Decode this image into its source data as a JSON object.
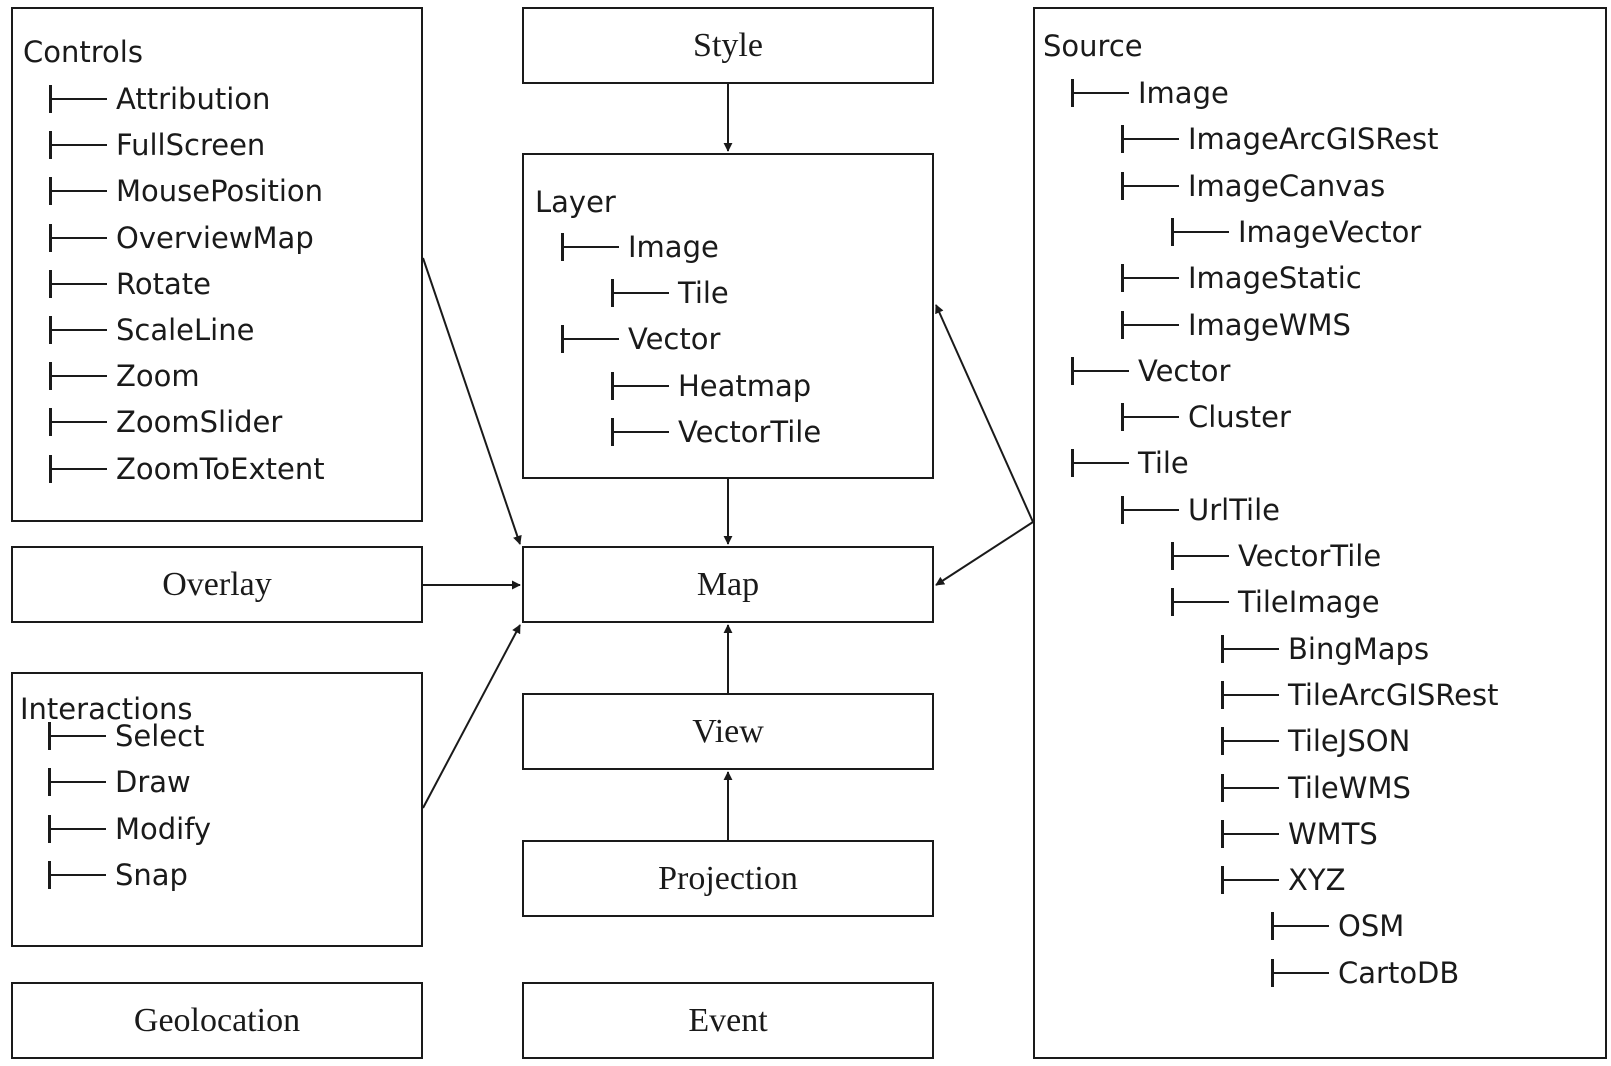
{
  "controls": {
    "title": "Controls",
    "items": [
      "Attribution",
      "FullScreen",
      "MousePosition",
      "OverviewMap",
      "Rotate",
      "ScaleLine",
      "Zoom",
      "ZoomSlider",
      "ZoomToExtent"
    ]
  },
  "overlay": "Overlay",
  "interactions": {
    "title": "Interactions",
    "items": [
      "Select",
      "Draw",
      "Modify",
      "Snap"
    ]
  },
  "geolocation": "Geolocation",
  "style": "Style",
  "layer": {
    "title": "Layer",
    "items": [
      {
        "label": "Image",
        "level": 0
      },
      {
        "label": "Tile",
        "level": 1
      },
      {
        "label": "Vector",
        "level": 0
      },
      {
        "label": "Heatmap",
        "level": 1
      },
      {
        "label": "VectorTile",
        "level": 1
      }
    ]
  },
  "map": "Map",
  "view": "View",
  "projection": "Projection",
  "event": "Event",
  "source": {
    "title": "Source",
    "items": [
      {
        "label": "Image",
        "level": 0
      },
      {
        "label": "ImageArcGISRest",
        "level": 1
      },
      {
        "label": "ImageCanvas",
        "level": 1
      },
      {
        "label": "ImageVector",
        "level": 2
      },
      {
        "label": "ImageStatic",
        "level": 1
      },
      {
        "label": "ImageWMS",
        "level": 1
      },
      {
        "label": "Vector",
        "level": 0
      },
      {
        "label": "Cluster",
        "level": 1
      },
      {
        "label": "Tile",
        "level": 0
      },
      {
        "label": "UrlTile",
        "level": 1
      },
      {
        "label": "VectorTile",
        "level": 2
      },
      {
        "label": "TileImage",
        "level": 2
      },
      {
        "label": "BingMaps",
        "level": 3
      },
      {
        "label": "TileArcGISRest",
        "level": 3
      },
      {
        "label": "TileJSON",
        "level": 3
      },
      {
        "label": "TileWMS",
        "level": 3
      },
      {
        "label": "WMTS",
        "level": 3
      },
      {
        "label": "XYZ",
        "level": 3
      },
      {
        "label": "OSM",
        "level": 4
      },
      {
        "label": "CartoDB",
        "level": 4
      }
    ]
  },
  "colors": {
    "stroke": "#1a1a1a",
    "background": "#ffffff"
  }
}
